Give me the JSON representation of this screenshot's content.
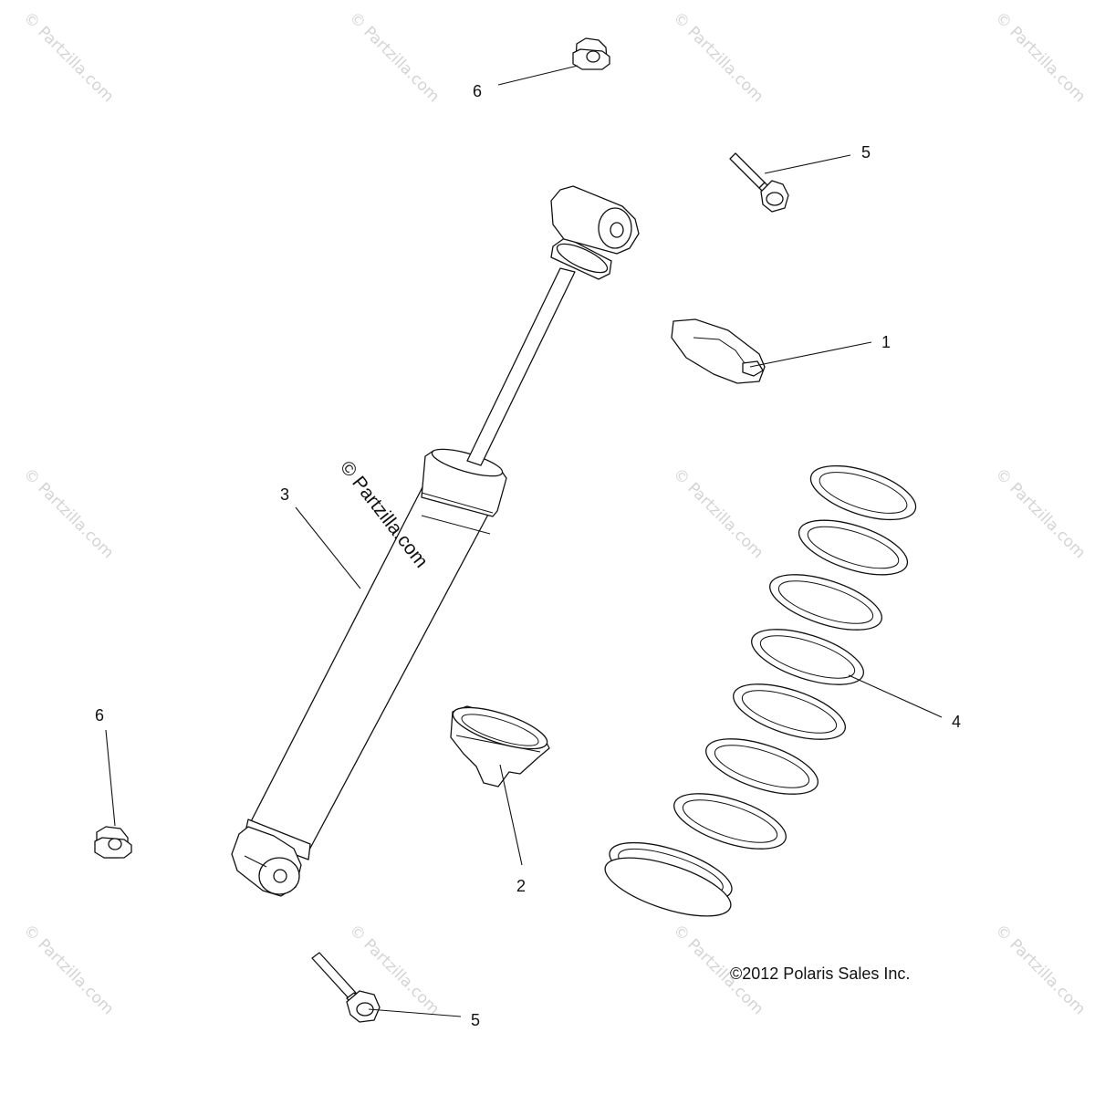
{
  "watermark": {
    "text": "© Partzilla.com"
  },
  "shock_watermark": {
    "text": "© Partzilla.com"
  },
  "copyright": {
    "text": "©2012 Polaris Sales Inc."
  },
  "callouts": {
    "spring_retainer": "1",
    "lower_spring_seat": "2",
    "shock_absorber": "3",
    "coil_spring": "4",
    "bolt_top": "5",
    "bolt_bottom": "5",
    "nut_top": "6",
    "nut_left": "6"
  }
}
